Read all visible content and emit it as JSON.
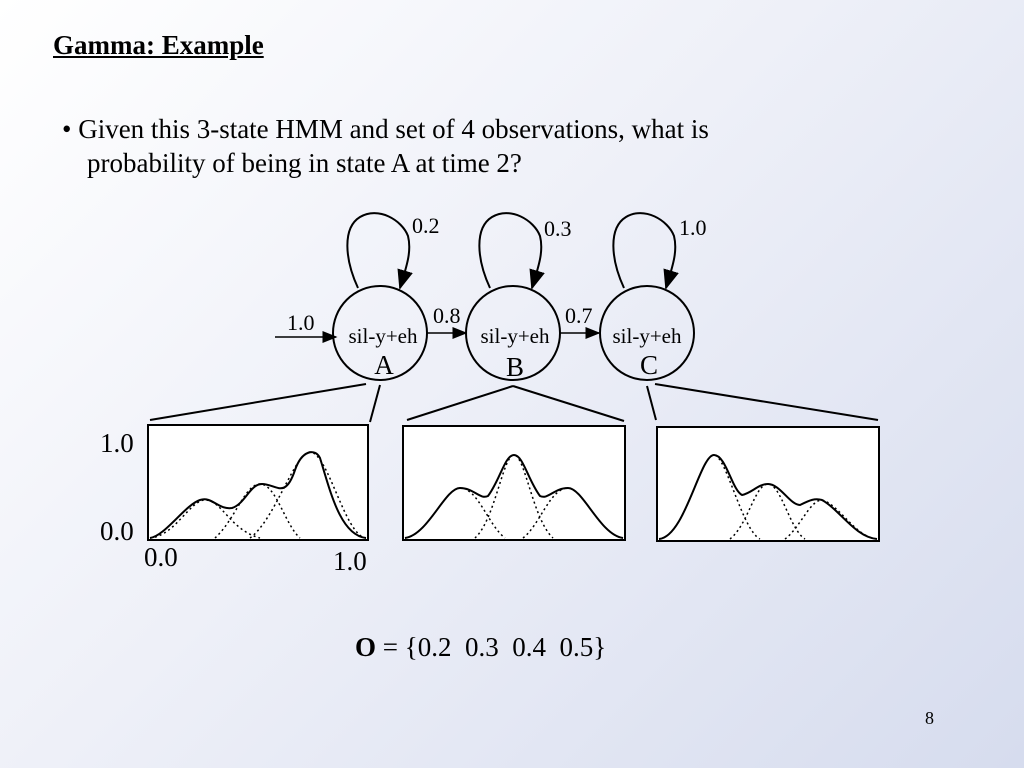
{
  "slide": {
    "title": "Gamma: Example",
    "bullet_marker": "•",
    "bullet_line1": "Given this 3-state HMM and set of 4 observations, what is",
    "bullet_line2": "probability of being in state A at time 2?",
    "page_number": "8"
  },
  "hmm": {
    "entry_prob": "1.0",
    "states": [
      {
        "id": "A",
        "label": "sil-y+eh",
        "self_loop": "0.2"
      },
      {
        "id": "B",
        "label": "sil-y+eh",
        "self_loop": "0.3"
      },
      {
        "id": "C",
        "label": "sil-y+eh",
        "self_loop": "1.0"
      }
    ],
    "transitions": [
      {
        "from": "A",
        "to": "B",
        "prob": "0.8"
      },
      {
        "from": "B",
        "to": "C",
        "prob": "0.7"
      }
    ]
  },
  "distributions": {
    "y_max_label": "1.0",
    "y_min_label": "0.0",
    "x_min_label": "0.0",
    "x_max_label": "1.0"
  },
  "observations": {
    "symbol": "O",
    "equals": " = ",
    "values_text": "{0.2  0.3  0.4  0.5}"
  }
}
